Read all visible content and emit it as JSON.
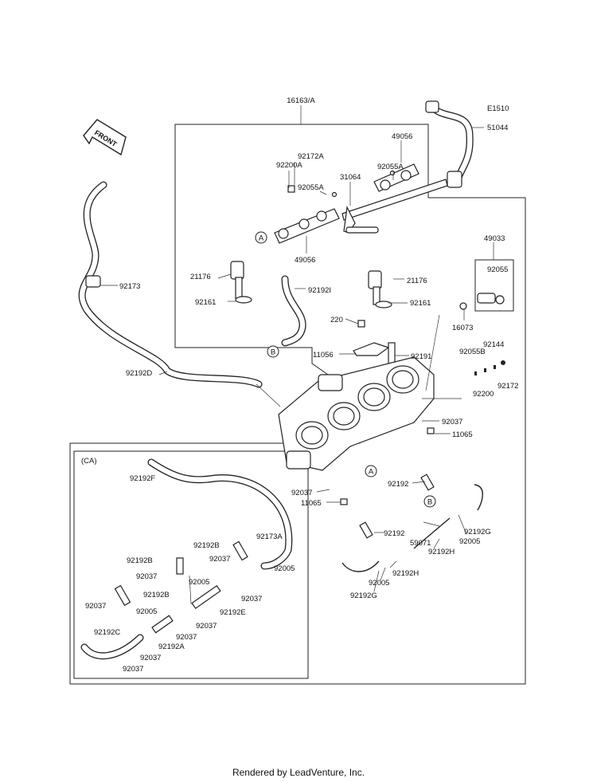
{
  "diagram": {
    "assembly_label": "16163/A",
    "box_code": "E1510",
    "front_marker": "FRONT",
    "inset_label": "(CA)",
    "refs": {
      "a": "A",
      "b": "B"
    },
    "parts": {
      "p51044": "51044",
      "p49056_top": "49056",
      "p92172A": "92172A",
      "p92200A": "92200A",
      "p92055A_r": "92055A",
      "p31064": "31064",
      "p92055A_l": "92055A",
      "p49056_bot": "49056",
      "p49033": "49033",
      "p92055": "92055",
      "p16073": "16073",
      "p92173": "92173",
      "p21176_l": "21176",
      "p92192I": "92192I",
      "p92161_l": "92161",
      "p21176_r": "21176",
      "p92161_r": "92161",
      "p220": "220",
      "p11056": "11056",
      "p92191": "92191",
      "p92055B": "92055B",
      "p92144": "92144",
      "p92200": "92200",
      "p92172": "92172",
      "p92192D": "92192D",
      "p92037_r": "92037",
      "p11065_r": "11065",
      "p92037_c": "92037",
      "p11065_c": "11065",
      "p92192_c": "92192",
      "p92192G_r": "92192G",
      "p92005_r": "92005",
      "p92192_b": "92192",
      "p59071": "59071",
      "p92192H_r": "92192H",
      "p92192H_b": "92192H",
      "p92005_b": "92005",
      "p92192G_b": "92192G",
      "ca_92192F": "92192F",
      "ca_92173A": "92173A",
      "ca_92192B_1": "92192B",
      "ca_92037_1": "92037",
      "ca_92005_1": "92005",
      "ca_92192B_2": "92192B",
      "ca_92037_2": "92037",
      "ca_92005_2": "92005",
      "ca_92192B_3": "92192B",
      "ca_92037_3": "92037",
      "ca_92037_4": "92037",
      "ca_92005_3": "92005",
      "ca_92192E": "92192E",
      "ca_92037_5": "92037",
      "ca_92037_6": "92037",
      "ca_92192A": "92192A",
      "ca_92192C": "92192C",
      "ca_92037_7": "92037",
      "ca_92037_8": "92037"
    }
  },
  "footer": {
    "text": "Rendered by LeadVenture, Inc."
  }
}
